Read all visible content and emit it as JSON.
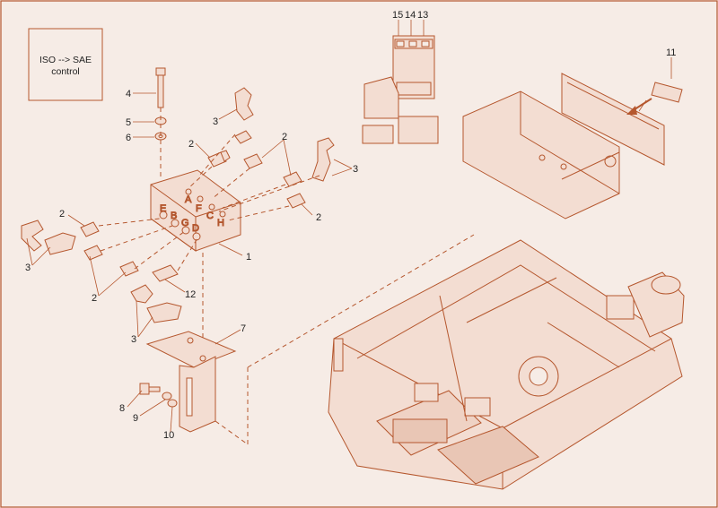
{
  "control_box": {
    "line1": "ISO --> SAE",
    "line2": "control"
  },
  "callouts": [
    {
      "id": "c4",
      "text": "4"
    },
    {
      "id": "c5",
      "text": "5"
    },
    {
      "id": "c6",
      "text": "6"
    },
    {
      "id": "c3a",
      "text": "3"
    },
    {
      "id": "c2a",
      "text": "2"
    },
    {
      "id": "c2b",
      "text": "2"
    },
    {
      "id": "c3b",
      "text": "3"
    },
    {
      "id": "c2c",
      "text": "2"
    },
    {
      "id": "c2d",
      "text": "2"
    },
    {
      "id": "c3c",
      "text": "3"
    },
    {
      "id": "c1",
      "text": "1"
    },
    {
      "id": "c2e",
      "text": "2"
    },
    {
      "id": "c12",
      "text": "12"
    },
    {
      "id": "c3d",
      "text": "3"
    },
    {
      "id": "c7",
      "text": "7"
    },
    {
      "id": "c8",
      "text": "8"
    },
    {
      "id": "c9",
      "text": "9"
    },
    {
      "id": "c10",
      "text": "10"
    },
    {
      "id": "c15",
      "text": "15"
    },
    {
      "id": "c14",
      "text": "14"
    },
    {
      "id": "c13",
      "text": "13"
    },
    {
      "id": "c11",
      "text": "11"
    }
  ],
  "valve_ports": [
    "A",
    "B",
    "C",
    "D",
    "E",
    "F",
    "G",
    "H"
  ],
  "colors": {
    "line": "#b5572e",
    "fill": "#f3ddd2",
    "background": "#f6ece6",
    "text": "#222222"
  }
}
